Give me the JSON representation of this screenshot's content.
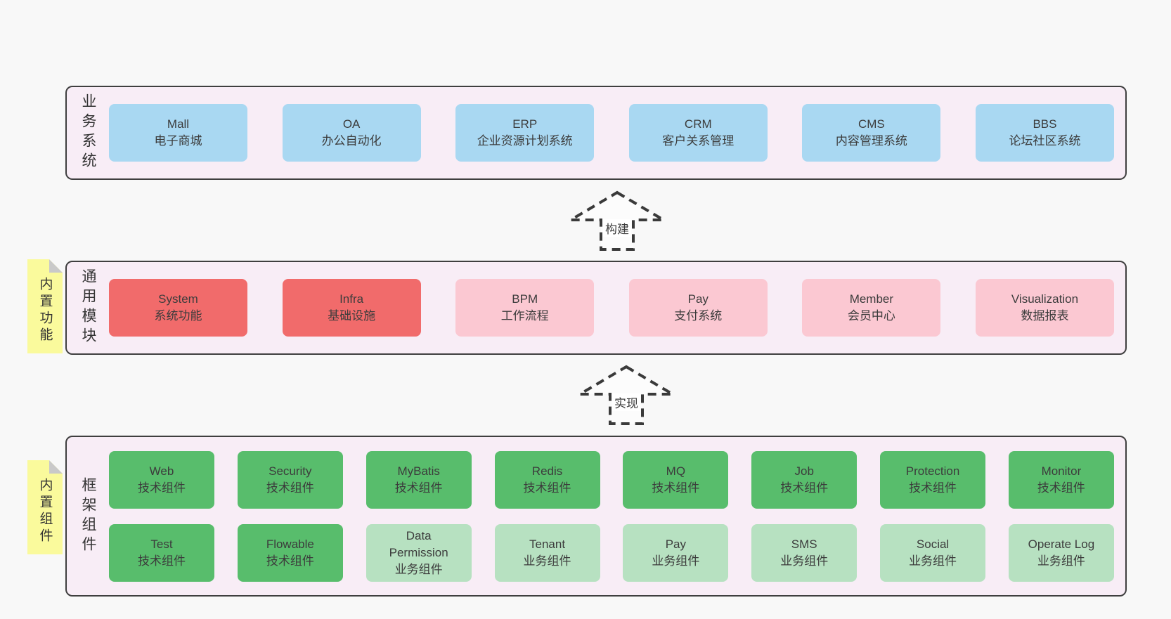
{
  "page": {
    "background": "#f8f8f8"
  },
  "colors": {
    "layer_background": "#f8edf6",
    "layer_border": "#3f3f3f",
    "blue": "#a9d8f2",
    "red": "#f16b6b",
    "pink": "#fbc8d2",
    "green": "#58bd6c",
    "light_green": "#b7e1c1",
    "note_yellow": "#fafa9c",
    "note_fold_gray": "#c9c9c9",
    "text": "#3c3c3c"
  },
  "arrows": [
    {
      "label": "构建"
    },
    {
      "label": "实现"
    }
  ],
  "layers": [
    {
      "name": "business-systems",
      "label_vertical": "业务系统",
      "boxes": [
        {
          "name": "Mall",
          "subtitle": "电子商城",
          "variant": "blue"
        },
        {
          "name": "OA",
          "subtitle": "办公自动化",
          "variant": "blue"
        },
        {
          "name": "ERP",
          "subtitle": "企业资源计划系统",
          "variant": "blue"
        },
        {
          "name": "CRM",
          "subtitle": "客户关系管理",
          "variant": "blue"
        },
        {
          "name": "CMS",
          "subtitle": "内容管理系统",
          "variant": "blue"
        },
        {
          "name": "BBS",
          "subtitle": "论坛社区系统",
          "variant": "blue"
        }
      ]
    },
    {
      "name": "common-modules",
      "label_vertical": "通用模块",
      "note": "内置功能",
      "boxes": [
        {
          "name": "System",
          "subtitle": "系统功能",
          "variant": "red"
        },
        {
          "name": "Infra",
          "subtitle": "基础设施",
          "variant": "red"
        },
        {
          "name": "BPM",
          "subtitle": "工作流程",
          "variant": "pink"
        },
        {
          "name": "Pay",
          "subtitle": "支付系统",
          "variant": "pink"
        },
        {
          "name": "Member",
          "subtitle": "会员中心",
          "variant": "pink"
        },
        {
          "name": "Visualization",
          "subtitle": "数据报表",
          "variant": "pink"
        }
      ]
    },
    {
      "name": "framework-components",
      "label_vertical": "框架组件",
      "note": "内置组件",
      "rows": [
        [
          {
            "name": "Web",
            "subtitle": "技术组件",
            "variant": "green"
          },
          {
            "name": "Security",
            "subtitle": "技术组件",
            "variant": "green"
          },
          {
            "name": "MyBatis",
            "subtitle": "技术组件",
            "variant": "green"
          },
          {
            "name": "Redis",
            "subtitle": "技术组件",
            "variant": "green"
          },
          {
            "name": "MQ",
            "subtitle": "技术组件",
            "variant": "green"
          },
          {
            "name": "Job",
            "subtitle": "技术组件",
            "variant": "green"
          },
          {
            "name": "Protection",
            "subtitle": "技术组件",
            "variant": "green"
          },
          {
            "name": "Monitor",
            "subtitle": "技术组件",
            "variant": "green"
          }
        ],
        [
          {
            "name": "Test",
            "subtitle": "技术组件",
            "variant": "green"
          },
          {
            "name": "Flowable",
            "subtitle": "技术组件",
            "variant": "green"
          },
          {
            "name": "Data Permission",
            "subtitle": "业务组件",
            "variant": "lightgreen"
          },
          {
            "name": "Tenant",
            "subtitle": "业务组件",
            "variant": "lightgreen"
          },
          {
            "name": "Pay",
            "subtitle": "业务组件",
            "variant": "lightgreen"
          },
          {
            "name": "SMS",
            "subtitle": "业务组件",
            "variant": "lightgreen"
          },
          {
            "name": "Social",
            "subtitle": "业务组件",
            "variant": "lightgreen"
          },
          {
            "name": "Operate Log",
            "subtitle": "业务组件",
            "variant": "lightgreen"
          }
        ]
      ]
    }
  ]
}
